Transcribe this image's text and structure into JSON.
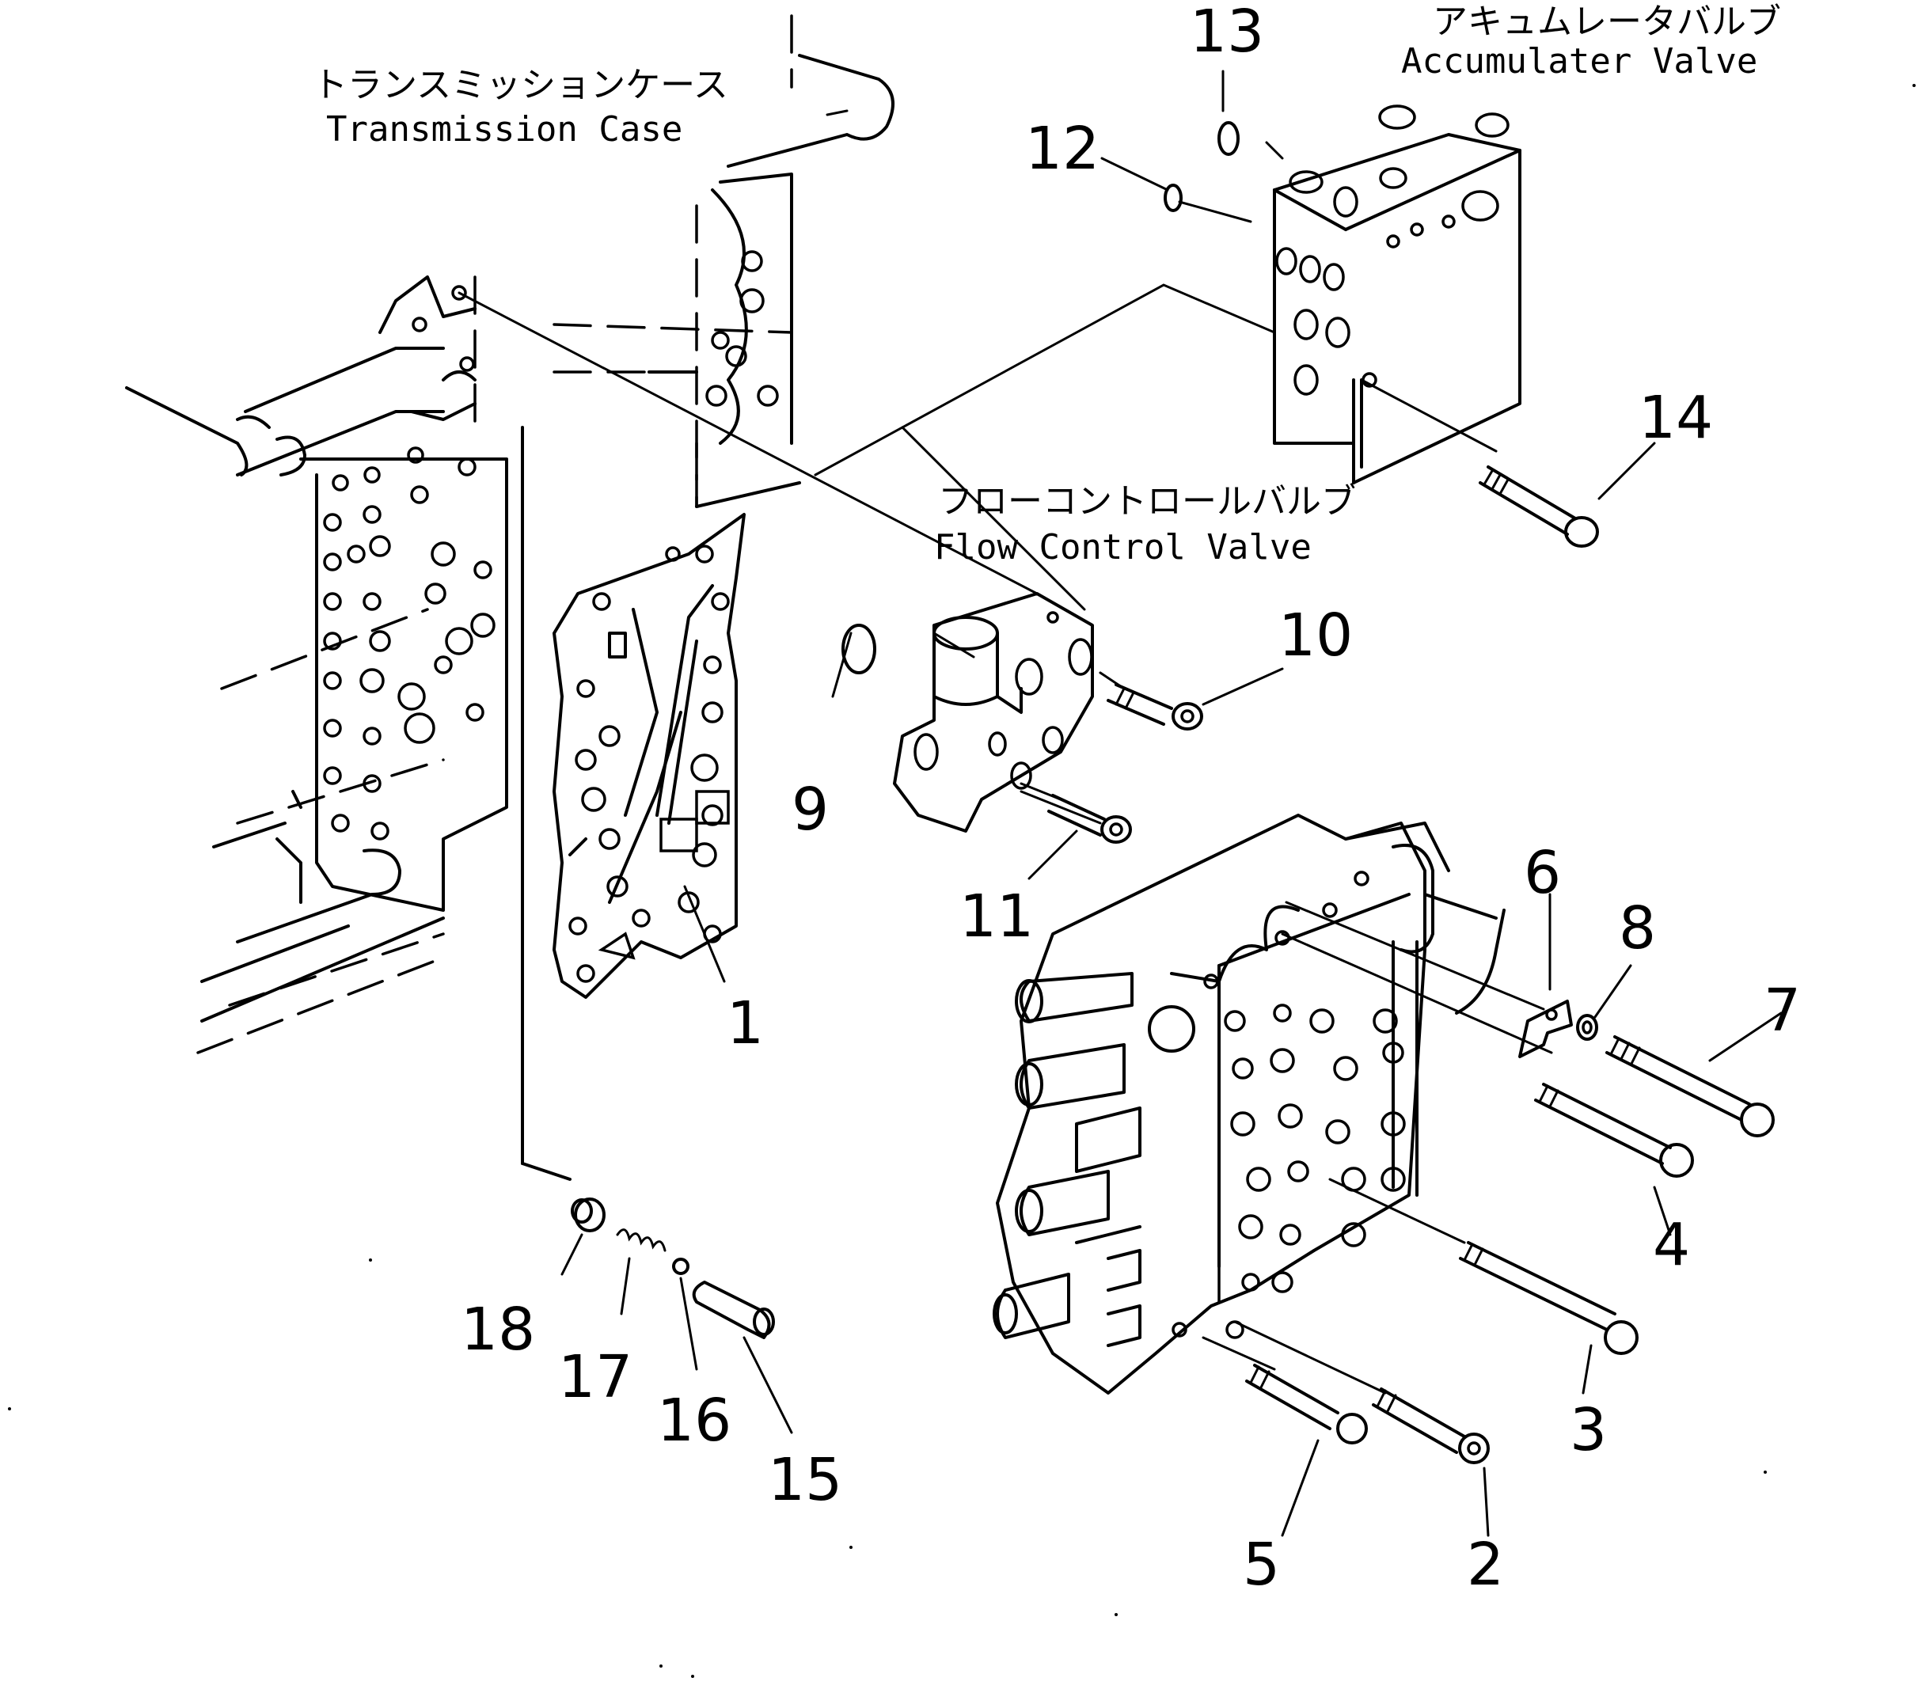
{
  "labels": {
    "transmission_case_jp": "トランスミッションケース",
    "transmission_case_en": "Transmission Case",
    "accumulator_valve_jp": "アキュムレータバルブ",
    "accumulator_valve_en": "Accumulater Valve",
    "flow_control_valve_jp": "フローコントロールバルブ",
    "flow_control_valve_en": "Flow Control Valve"
  },
  "callouts": {
    "c1": "1",
    "c2": "2",
    "c3": "3",
    "c4": "4",
    "c5": "5",
    "c6": "6",
    "c7": "7",
    "c8": "8",
    "c9": "9",
    "c10": "10",
    "c11": "11",
    "c12": "12",
    "c13": "13",
    "c14": "14",
    "c15": "15",
    "c16": "16",
    "c17": "17",
    "c18": "18"
  }
}
